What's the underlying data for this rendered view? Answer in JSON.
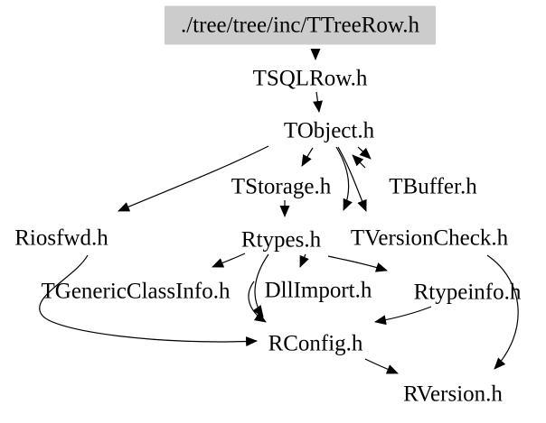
{
  "diagram": {
    "kind": "include-dependency-graph",
    "colors": {
      "background": "#ffffff",
      "text": "#000000",
      "edge": "#000000",
      "root_node_fill": "#cccccc"
    },
    "nodes": [
      {
        "id": "ttreerow",
        "label": "./tree/tree/inc/TTreeRow.h",
        "highlighted": true
      },
      {
        "id": "tsqlrow",
        "label": "TSQLRow.h"
      },
      {
        "id": "tobject",
        "label": "TObject.h"
      },
      {
        "id": "tstorage",
        "label": "TStorage.h"
      },
      {
        "id": "tbuffer",
        "label": "TBuffer.h"
      },
      {
        "id": "riosfwd",
        "label": "Riosfwd.h"
      },
      {
        "id": "rtypes",
        "label": "Rtypes.h"
      },
      {
        "id": "tversioncheck",
        "label": "TVersionCheck.h"
      },
      {
        "id": "tgenericclassinfo",
        "label": "TGenericClassInfo.h"
      },
      {
        "id": "dllimport",
        "label": "DllImport.h"
      },
      {
        "id": "rtypeinfo",
        "label": "Rtypeinfo.h"
      },
      {
        "id": "rconfig",
        "label": "RConfig.h"
      },
      {
        "id": "rversion",
        "label": "RVersion.h"
      }
    ],
    "edges": [
      {
        "from": "./tree/tree/inc/TTreeRow.h",
        "to": "TSQLRow.h"
      },
      {
        "from": "TSQLRow.h",
        "to": "TObject.h"
      },
      {
        "from": "TObject.h",
        "to": "Riosfwd.h"
      },
      {
        "from": "TObject.h",
        "to": "TStorage.h"
      },
      {
        "from": "TObject.h",
        "to": "TBuffer.h"
      },
      {
        "from": "TBuffer.h",
        "to": "TObject.h"
      },
      {
        "from": "TObject.h",
        "to": "Rtypes.h"
      },
      {
        "from": "TObject.h",
        "to": "TVersionCheck.h"
      },
      {
        "from": "TStorage.h",
        "to": "Rtypes.h"
      },
      {
        "from": "Rtypes.h",
        "to": "TGenericClassInfo.h"
      },
      {
        "from": "Rtypes.h",
        "to": "DllImport.h"
      },
      {
        "from": "Rtypes.h",
        "to": "Rtypeinfo.h"
      },
      {
        "from": "Rtypes.h",
        "to": "RConfig.h"
      },
      {
        "from": "DllImport.h",
        "to": "RConfig.h"
      },
      {
        "from": "Rtypeinfo.h",
        "to": "RConfig.h"
      },
      {
        "from": "Riosfwd.h",
        "to": "RConfig.h"
      },
      {
        "from": "RConfig.h",
        "to": "RVersion.h"
      },
      {
        "from": "TVersionCheck.h",
        "to": "RVersion.h"
      }
    ]
  }
}
